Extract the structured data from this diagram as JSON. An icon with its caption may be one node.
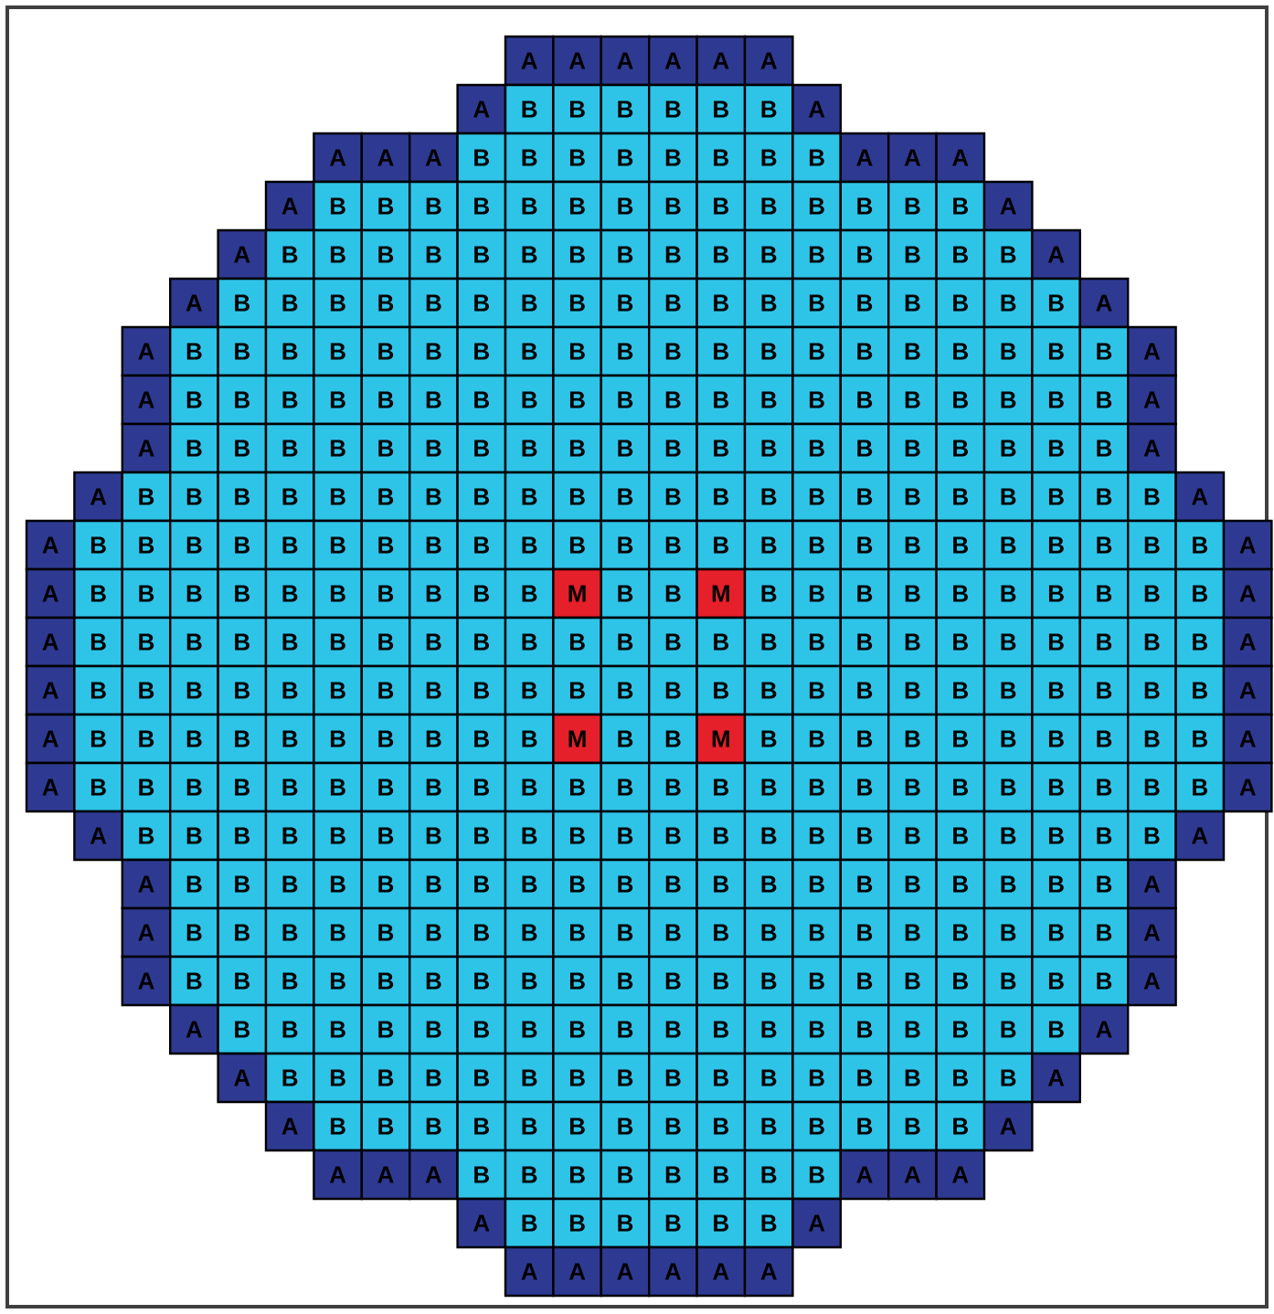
{
  "diagram": {
    "labels": [
      "A",
      "A",
      "A",
      "A",
      "A",
      "A",
      "A",
      "B",
      "B",
      "B",
      "B",
      "B",
      "B",
      "A",
      "A",
      "A",
      "A",
      "B",
      "B",
      "B",
      "B",
      "B",
      "B",
      "B",
      "B",
      "A",
      "A",
      "A",
      "A",
      "B",
      "B",
      "B",
      "B",
      "B",
      "B",
      "B",
      "B",
      "B",
      "B",
      "B",
      "B",
      "B",
      "B",
      "A",
      "A",
      "B",
      "B",
      "B",
      "B",
      "B",
      "B",
      "B",
      "B",
      "B",
      "B",
      "B",
      "B",
      "B",
      "B",
      "B",
      "B",
      "A",
      "A",
      "B",
      "B",
      "B",
      "B",
      "B",
      "B",
      "B",
      "B",
      "B",
      "B",
      "B",
      "B",
      "B",
      "B",
      "B",
      "B",
      "B",
      "B",
      "A",
      "A",
      "B",
      "B",
      "B",
      "B",
      "B",
      "B",
      "B",
      "B",
      "B",
      "B",
      "B",
      "B",
      "B",
      "B",
      "B",
      "B",
      "B",
      "B",
      "B",
      "B",
      "A",
      "A",
      "B",
      "B",
      "B",
      "B",
      "B",
      "B",
      "B",
      "B",
      "B",
      "B",
      "B",
      "B",
      "B",
      "B",
      "B",
      "B",
      "B",
      "B",
      "B",
      "B",
      "A",
      "A",
      "B",
      "B",
      "B",
      "B",
      "B",
      "B",
      "B",
      "B",
      "B",
      "B",
      "B",
      "B",
      "B",
      "B",
      "B",
      "B",
      "B",
      "B",
      "B",
      "B",
      "A",
      "A",
      "B",
      "B",
      "B",
      "B",
      "B",
      "B",
      "B",
      "B",
      "B",
      "B",
      "B",
      "B",
      "B",
      "B",
      "B",
      "B",
      "B",
      "B",
      "B",
      "B",
      "B",
      "B",
      "A",
      "A",
      "B",
      "B",
      "B",
      "B",
      "B",
      "B",
      "B",
      "B",
      "B",
      "B",
      "B",
      "B",
      "B",
      "B",
      "B",
      "B",
      "B",
      "B",
      "B",
      "B",
      "B",
      "B",
      "B",
      "B",
      "A",
      "A",
      "B",
      "B",
      "B",
      "B",
      "B",
      "B",
      "B",
      "B",
      "B",
      "B",
      "M",
      "B",
      "B",
      "M",
      "B",
      "B",
      "B",
      "B",
      "B",
      "B",
      "B",
      "B",
      "B",
      "B",
      "A",
      "A",
      "B",
      "B",
      "B",
      "B",
      "B",
      "B",
      "B",
      "B",
      "B",
      "B",
      "B",
      "B",
      "B",
      "B",
      "B",
      "B",
      "B",
      "B",
      "B",
      "B",
      "B",
      "B",
      "B",
      "B",
      "A",
      "A",
      "B",
      "B",
      "B",
      "B",
      "B",
      "B",
      "B",
      "B",
      "B",
      "B",
      "B",
      "B",
      "B",
      "B",
      "B",
      "B",
      "B",
      "B",
      "B",
      "B",
      "B",
      "B",
      "B",
      "B",
      "A",
      "A",
      "B",
      "B",
      "B",
      "B",
      "B",
      "B",
      "B",
      "B",
      "B",
      "B",
      "M",
      "B",
      "B",
      "M",
      "B",
      "B",
      "B",
      "B",
      "B",
      "B",
      "B",
      "B",
      "B",
      "B",
      "A",
      "A",
      "B",
      "B",
      "B",
      "B",
      "B",
      "B",
      "B",
      "B",
      "B",
      "B",
      "B",
      "B",
      "B",
      "B",
      "B",
      "B",
      "B",
      "B",
      "B",
      "B",
      "B",
      "B",
      "B",
      "B",
      "A",
      "A",
      "B",
      "B",
      "B",
      "B",
      "B",
      "B",
      "B",
      "B",
      "B",
      "B",
      "B",
      "B",
      "B",
      "B",
      "B",
      "B",
      "B",
      "B",
      "B",
      "B",
      "B",
      "B",
      "A",
      "A",
      "B",
      "B",
      "B",
      "B",
      "B",
      "B",
      "B",
      "B",
      "B",
      "B",
      "B",
      "B",
      "B",
      "B",
      "B",
      "B",
      "B",
      "B",
      "B",
      "B",
      "A",
      "A",
      "B",
      "B",
      "B",
      "B",
      "B",
      "B",
      "B",
      "B",
      "B",
      "B",
      "B",
      "B",
      "B",
      "B",
      "B",
      "B",
      "B",
      "B",
      "B",
      "B",
      "A",
      "A",
      "B",
      "B",
      "B",
      "B",
      "B",
      "B",
      "B",
      "B",
      "B",
      "B",
      "B",
      "B",
      "B",
      "B",
      "B",
      "B",
      "B",
      "B",
      "B",
      "B",
      "A",
      "A",
      "B",
      "B",
      "B",
      "B",
      "B",
      "B",
      "B",
      "B",
      "B",
      "B",
      "B",
      "B",
      "B",
      "B",
      "B",
      "B",
      "B",
      "B",
      "A",
      "A",
      "B",
      "B",
      "B",
      "B",
      "B",
      "B",
      "B",
      "B",
      "B",
      "B",
      "B",
      "B",
      "B",
      "B",
      "B",
      "B",
      "A",
      "A",
      "B",
      "B",
      "B",
      "B",
      "B",
      "B",
      "B",
      "B",
      "B",
      "B",
      "B",
      "B",
      "B",
      "B",
      "A",
      "A",
      "A",
      "A",
      "B",
      "B",
      "B",
      "B",
      "B",
      "B",
      "B",
      "B",
      "A",
      "A",
      "A",
      "A",
      "B",
      "B",
      "B",
      "B",
      "B",
      "B",
      "A",
      "A",
      "A",
      "A",
      "A",
      "A",
      "A"
    ]
  }
}
